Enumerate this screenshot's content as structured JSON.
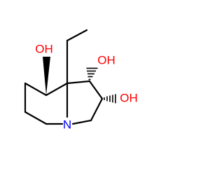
{
  "molecule": {
    "atoms": {
      "oh_c8": "OH",
      "oh_c1": "OH",
      "oh_c2": "OH",
      "n4": "N"
    },
    "colors": {
      "oxygen": "#ff0000",
      "nitrogen": "#0000ff",
      "bond": "#000000"
    }
  }
}
